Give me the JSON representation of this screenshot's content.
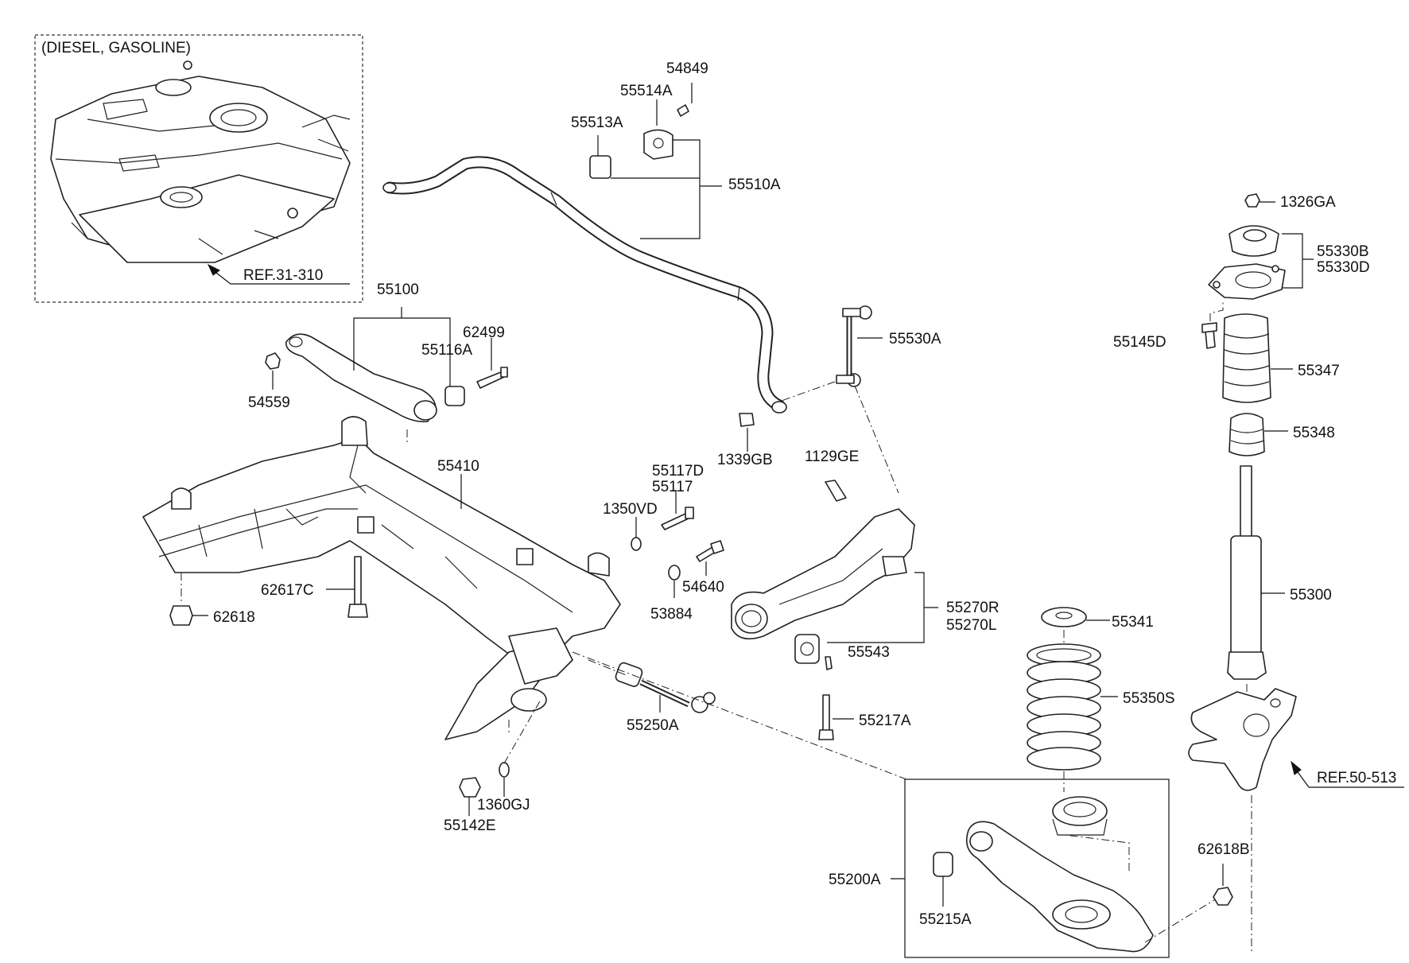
{
  "inset": {
    "engine_note": "(DIESEL, GASOLINE)",
    "ref": "REF.31-310"
  },
  "refs": {
    "knuckle": "REF.50-513"
  },
  "parts": {
    "p54849": "54849",
    "p55514A": "55514A",
    "p55513A": "55513A",
    "p55510A": "55510A",
    "p1326GA": "1326GA",
    "p55330B": "55330B",
    "p55330D": "55330D",
    "p55100": "55100",
    "p62499": "62499",
    "p55116A": "55116A",
    "p54559": "54559",
    "p55530A": "55530A",
    "p55145D": "55145D",
    "p55347": "55347",
    "p55348": "55348",
    "p1339GB": "1339GB",
    "p1129GE": "1129GE",
    "p55410": "55410",
    "p55117D": "55117D",
    "p55117": "55117",
    "p1350VD": "1350VD",
    "p54640": "54640",
    "p53884": "53884",
    "p62617C": "62617C",
    "p62618": "62618",
    "p55270R": "55270R",
    "p55270L": "55270L",
    "p55543": "55543",
    "p55300": "55300",
    "p55341": "55341",
    "p55350S": "55350S",
    "p55250A": "55250A",
    "p55217A": "55217A",
    "p1360GJ": "1360GJ",
    "p55142E": "55142E",
    "p55200A": "55200A",
    "p55215A": "55215A",
    "p62618B": "62618B"
  }
}
